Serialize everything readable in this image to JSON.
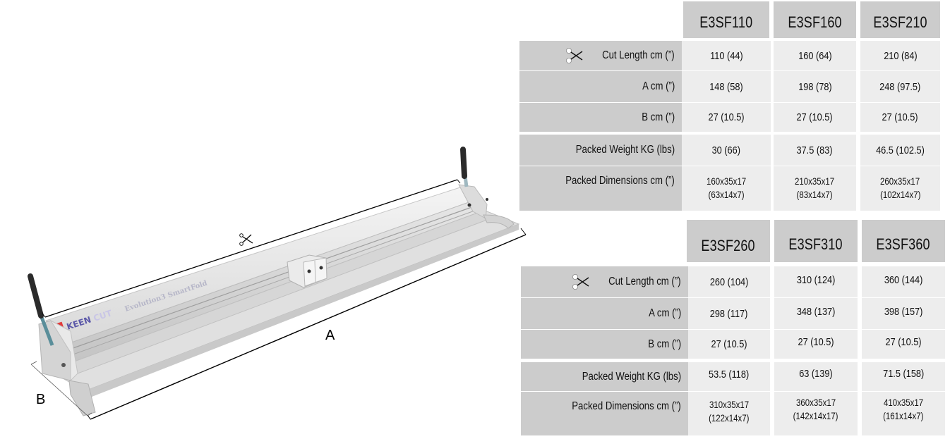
{
  "illustration": {
    "product_brand": "KEENCUT",
    "product_name": "Evolution3 SmartFold",
    "dimension_labels": {
      "cut_length_icon": "scissors-icon",
      "a": "A",
      "b": "B"
    }
  },
  "table_1": {
    "models": [
      "E3SF110",
      "E3SF160",
      "E3SF210"
    ],
    "rows": [
      {
        "label": "Cut Length cm (”)",
        "icon": "scissors-icon",
        "values": [
          "110 (44)",
          "160 (64)",
          "210 (84)"
        ]
      },
      {
        "label": "A  cm (”)",
        "values": [
          "148 (58)",
          "198 (78)",
          "248 (97.5)"
        ]
      },
      {
        "label": "B  cm (”)",
        "values": [
          "27 (10.5)",
          "27 (10.5)",
          "27 (10.5)"
        ]
      },
      {
        "label": "Packed Weight KG (lbs)",
        "values": [
          "30 (66)",
          "37.5 (83)",
          "46.5 (102.5)"
        ]
      },
      {
        "label": "Packed Dimensions cm (”)",
        "values": [
          {
            "cm": "160x35x17",
            "in": "(63x14x7)"
          },
          {
            "cm": "210x35x17",
            "in": "(83x14x7)"
          },
          {
            "cm": "260x35x17",
            "in": "(102x14x7)"
          }
        ]
      }
    ]
  },
  "table_2": {
    "models": [
      "E3SF260",
      "E3SF310",
      "E3SF360"
    ],
    "rows": [
      {
        "label": "Cut Length cm (”)",
        "icon": "scissors-icon",
        "values": [
          "260 (104)",
          "310 (124)",
          "360 (144)"
        ]
      },
      {
        "label": "A  cm (”)",
        "values": [
          "298 (117)",
          "348 (137)",
          "398 (157)"
        ]
      },
      {
        "label": "B  cm (”)",
        "values": [
          "27 (10.5)",
          "27 (10.5)",
          "27 (10.5)"
        ]
      },
      {
        "label": "Packed Weight KG (lbs)",
        "values": [
          "53.5 (118)",
          "63 (139)",
          "71.5 (158)"
        ]
      },
      {
        "label": "Packed Dimensions cm (”)",
        "values": [
          {
            "cm": "310x35x17",
            "in": "(122x14x7)"
          },
          {
            "cm": "360x35x17",
            "in": "(142x14x17)"
          },
          {
            "cm": "410x35x17",
            "in": "(161x14x7)"
          }
        ]
      }
    ]
  },
  "colors": {
    "label_bg": "#cccccc",
    "header_bg": "#cccccc",
    "cell_bg": "#ededed",
    "text": "#111111",
    "background": "#ffffff"
  }
}
